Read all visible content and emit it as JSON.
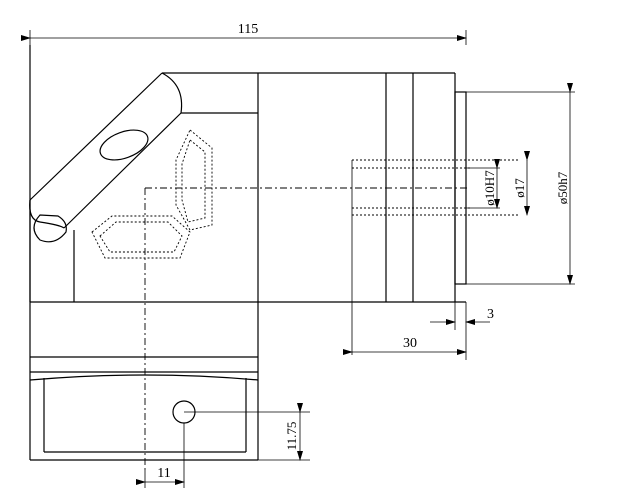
{
  "dimensions": {
    "overall_length": "115",
    "bore_diameter": "ø10H7",
    "shoulder_diameter": "ø17",
    "pilot_diameter": "ø50h7",
    "pilot_length": "3",
    "shaft_length": "30",
    "hole_height": "11.75",
    "hole_offset": "11"
  }
}
